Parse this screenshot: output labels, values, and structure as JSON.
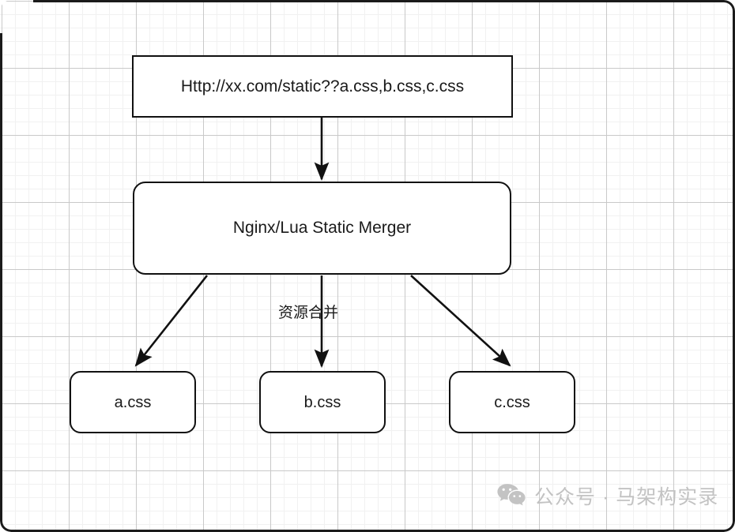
{
  "diagram": {
    "type": "flowchart",
    "background": "grid-paper",
    "colors": {
      "stroke": "#111111",
      "fill": "#ffffff",
      "grid_minor": "#f1f1f1",
      "grid_major": "#c9c9c9",
      "watermark": "#c3c3c3"
    },
    "nodes": [
      {
        "id": "request",
        "label": "Http://xx.com/static??a.css,b.css,c.css",
        "shape": "rectangle"
      },
      {
        "id": "merger",
        "label": "Nginx/Lua Static Merger",
        "shape": "rounded-rectangle"
      },
      {
        "id": "a_css",
        "label": "a.css",
        "shape": "rounded-rectangle"
      },
      {
        "id": "b_css",
        "label": "b.css",
        "shape": "rounded-rectangle"
      },
      {
        "id": "c_css",
        "label": "c.css",
        "shape": "rounded-rectangle"
      }
    ],
    "edges": [
      {
        "id": "request-to-merger",
        "from": "request",
        "to": "merger",
        "label": ""
      },
      {
        "id": "merger-to-a",
        "from": "merger",
        "to": "a_css",
        "label": ""
      },
      {
        "id": "merger-to-b",
        "from": "merger",
        "to": "b_css",
        "label": "资源合并"
      },
      {
        "id": "merger-to-c",
        "from": "merger",
        "to": "c_css",
        "label": ""
      }
    ],
    "edge_labels": {
      "merge": "资源合并"
    }
  },
  "watermark": {
    "icon": "wechat-icon",
    "text": "公众号 · 马架构实录"
  }
}
